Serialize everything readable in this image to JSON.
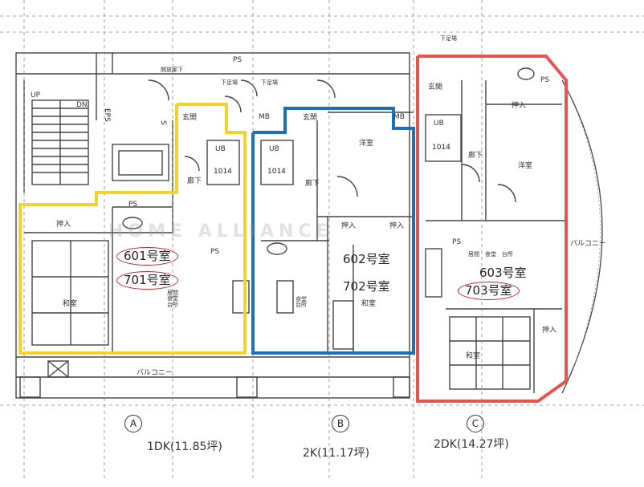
{
  "units": [
    {
      "id": "A",
      "rooms": [
        "601号室",
        "701号室"
      ],
      "area": "1DK(11.85坪)",
      "outline_color": "#f2d133"
    },
    {
      "id": "B",
      "rooms": [
        "602号室",
        "702号室"
      ],
      "area": "2K(11.17坪)",
      "outline_color": "#1f6fb8"
    },
    {
      "id": "C",
      "rooms": [
        "603号室",
        "703号室"
      ],
      "area": "2DK(14.27坪)",
      "outline_color": "#e8524f"
    }
  ],
  "labels": {
    "up": "UP",
    "dn": "DN",
    "ps": "PS",
    "mb": "MB",
    "ub": "UB",
    "unit_code": "1014",
    "genkan": "玄関",
    "rouka": "廊下",
    "oshiire": "押入",
    "washitsu": "和室",
    "youshitsu": "洋室",
    "balcony": "バルコニー",
    "kaihou_rouka": "開放廊下",
    "shitaashiba": "下足場",
    "kitchen_dining": "居間\n食堂\n台所",
    "shokudo_daidokoro": "食堂\n台所",
    "ima_shokudo_daidokoro": "居間　食堂　台所",
    "eps": "EPS",
    "s": "S"
  },
  "watermark": "HOME ALLIANCE",
  "highlight_color": "#c8202a"
}
